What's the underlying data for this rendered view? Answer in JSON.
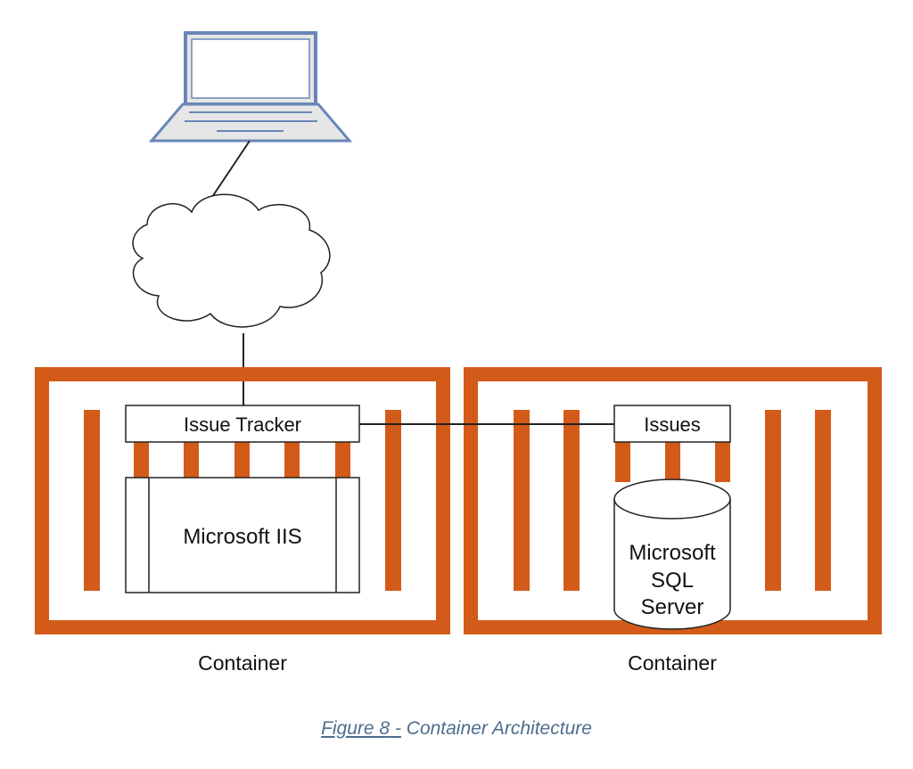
{
  "diagram": {
    "client": {
      "icon": "laptop-icon"
    },
    "network": {
      "icon": "cloud-icon"
    },
    "containers": [
      {
        "label": "Container",
        "app_label": "Issue Tracker",
        "server_label": "Microsoft IIS"
      },
      {
        "label": "Container",
        "app_label": "Issues",
        "server_label_lines": [
          "Microsoft",
          "SQL",
          "Server"
        ]
      }
    ],
    "colors": {
      "container_orange": "#d35b19",
      "laptop_blue": "#6a86b8",
      "laptop_fill": "#e6e6e6",
      "line": "#222222"
    }
  },
  "caption": {
    "figure_ref": "Figure 8",
    "separator": " -",
    "text": " Container Architecture"
  }
}
